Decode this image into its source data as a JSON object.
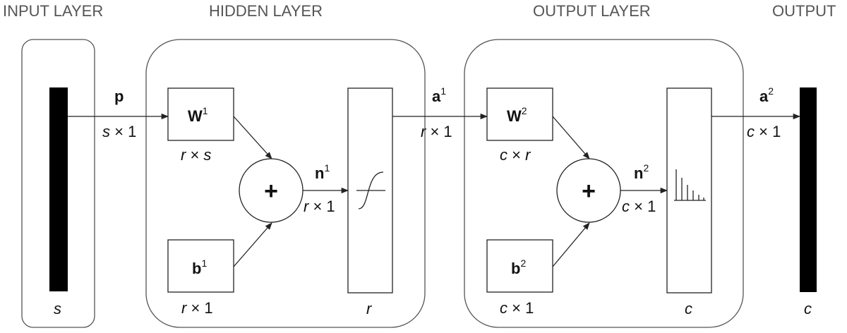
{
  "headers": {
    "input_layer": "INPUT LAYER",
    "hidden_layer": "HIDDEN LAYER",
    "output_layer": "OUTPUT LAYER",
    "output": "OUTPUT"
  },
  "input": {
    "vector_label": "s",
    "signal_name": "p",
    "signal_dim": "s × 1"
  },
  "hidden": {
    "weight_base": "W",
    "weight_sup": "1",
    "weight_dim": "r × s",
    "bias_base": "b",
    "bias_sup": "1",
    "bias_dim": "r × 1",
    "sum_symbol": "+",
    "net_base": "n",
    "net_sup": "1",
    "net_dim": "r × 1",
    "transfer_dim": "r",
    "out_base": "a",
    "out_sup": "1",
    "out_dim": "r × 1"
  },
  "output_layer": {
    "weight_base": "W",
    "weight_sup": "2",
    "weight_dim": "c × r",
    "bias_base": "b",
    "bias_sup": "2",
    "bias_dim": "c × 1",
    "sum_symbol": "+",
    "net_base": "n",
    "net_sup": "2",
    "net_dim": "c × 1",
    "transfer_dim": "c",
    "out_base": "a",
    "out_sup": "2",
    "out_dim": "c × 1"
  },
  "output": {
    "vector_label": "c"
  },
  "colors": {
    "header_text": "#555555",
    "line": "#222222",
    "vector_fill": "#000000"
  }
}
